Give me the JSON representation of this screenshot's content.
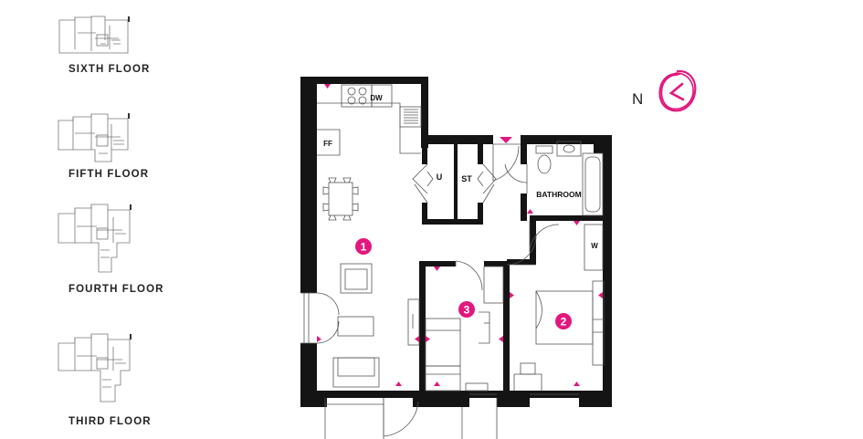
{
  "floors": [
    {
      "label": "SIXTH FLOOR"
    },
    {
      "label": "FIFTH FLOOR"
    },
    {
      "label": "FOURTH FLOOR"
    },
    {
      "label": "THIRD FLOOR"
    }
  ],
  "compass": {
    "label": "N"
  },
  "rooms": {
    "bathroom": "BATHROOM",
    "dw": "DW",
    "ff": "FF",
    "u": "U",
    "st": "ST",
    "w": "W"
  },
  "markers": [
    "1",
    "2",
    "3"
  ],
  "colors": {
    "accent": "#e2177e",
    "wall": "#141414",
    "line": "#555555"
  }
}
